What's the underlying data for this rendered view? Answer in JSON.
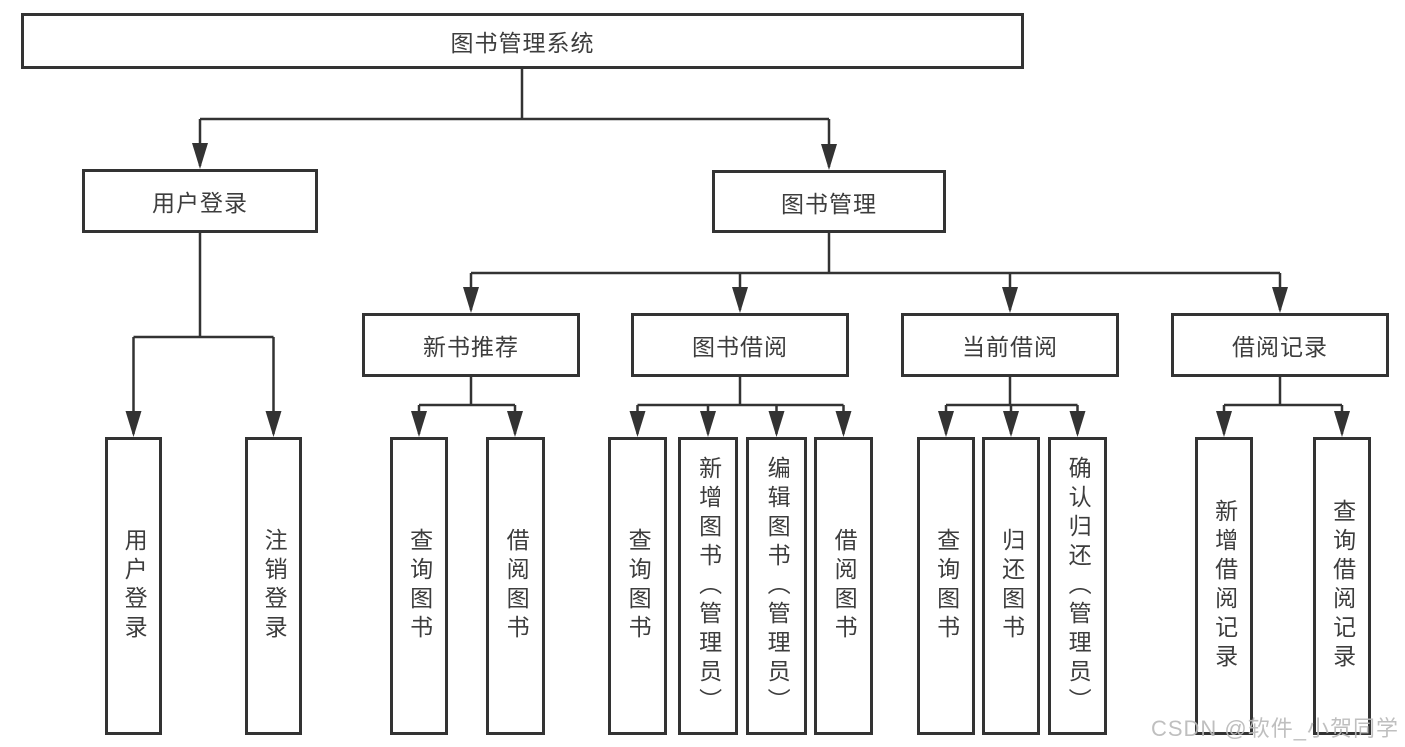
{
  "diagram": {
    "root": {
      "label": "图书管理系统"
    },
    "level2": [
      {
        "label": "用户登录"
      },
      {
        "label": "图书管理"
      }
    ],
    "level3": [
      {
        "label": "新书推荐"
      },
      {
        "label": "图书借阅"
      },
      {
        "label": "当前借阅"
      },
      {
        "label": "借阅记录"
      }
    ],
    "leaves": {
      "user_login": [
        {
          "label": "用户登录"
        },
        {
          "label": "注销登录"
        }
      ],
      "new_book": [
        {
          "label": "查询图书"
        },
        {
          "label": "借阅图书"
        }
      ],
      "book_borrow": [
        {
          "label": "查询图书"
        },
        {
          "label": "新增图书（管理员）"
        },
        {
          "label": "编辑图书（管理员）"
        },
        {
          "label": "借阅图书"
        }
      ],
      "current_borrow": [
        {
          "label": "查询图书"
        },
        {
          "label": "归还图书"
        },
        {
          "label": "确认归还（管理员）"
        }
      ],
      "borrow_record": [
        {
          "label": "新增借阅记录"
        },
        {
          "label": "查询借阅记录"
        }
      ]
    },
    "colors": {
      "line": "#333333",
      "text": "#3d3d3d",
      "background": "#ffffff",
      "watermark": "#bababa"
    }
  },
  "watermark": {
    "text": "CSDN @软件_小贺同学"
  }
}
